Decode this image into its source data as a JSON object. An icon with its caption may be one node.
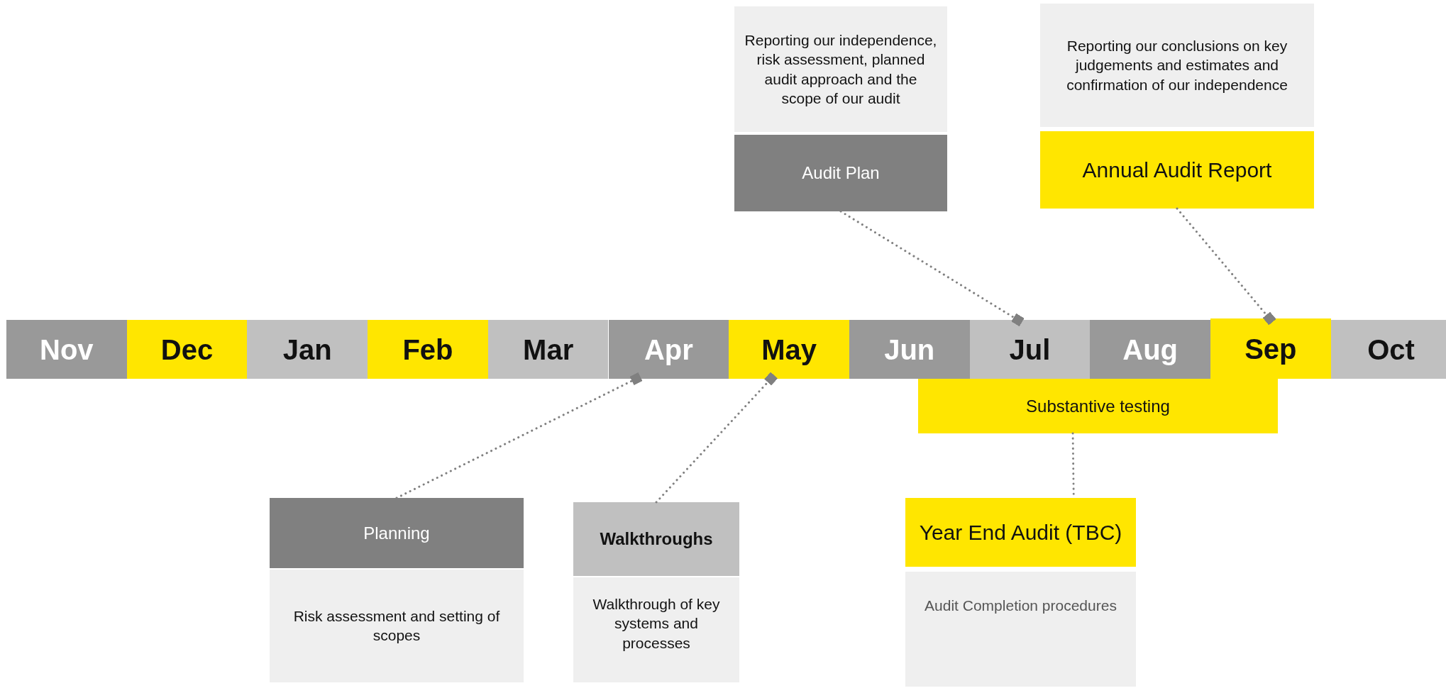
{
  "diagram": {
    "nodes": [
      {
        "text": [
          "Reporting our independence, risk assessment, planned audit approach and the scope of our audit"
        ]
      },
      {
        "text": [
          "Audit Plan"
        ]
      },
      {
        "text": [
          "Reporting our conclusions on key judgements and estimates and confirmation of our independence"
        ]
      },
      {
        "text": [
          "Annual Audit Report"
        ]
      },
      {
        "text": [
          "Nov"
        ]
      },
      {
        "text": [
          "Dec"
        ]
      },
      {
        "text": [
          "Jan"
        ]
      },
      {
        "text": [
          "Feb"
        ]
      },
      {
        "text": [
          "Mar"
        ]
      },
      {
        "text": [
          "Apr"
        ]
      },
      {
        "text": [
          "May"
        ]
      },
      {
        "text": [
          "Jun"
        ]
      },
      {
        "text": [
          "Jul"
        ]
      },
      {
        "text": [
          "Aug"
        ]
      },
      {
        "text": [
          "Sep"
        ]
      },
      {
        "text": [
          "Oct"
        ]
      },
      {
        "text": [
          "Substantive testing"
        ]
      },
      {
        "text": [
          "Planning"
        ]
      },
      {
        "text": [
          "Risk assessment and setting of scopes"
        ]
      },
      {
        "text": [
          "Walkthroughs"
        ]
      },
      {
        "text": [
          "Walkthrough of key systems and processes"
        ]
      },
      {
        "text": [
          "Year End Audit (TBC)"
        ]
      },
      {
        "text": [
          "Audit Completion procedures"
        ]
      }
    ],
    "edges": [
      {
        "from": 1,
        "to": 12,
        "arrow": "other"
      },
      {
        "from": 3,
        "to": 14,
        "arrow": "other"
      },
      {
        "from": 17,
        "to": 9,
        "arrow": "other"
      },
      {
        "from": 19,
        "to": 10,
        "arrow": "other"
      },
      {
        "from": 16,
        "to": 21,
        "arrow": "none"
      }
    ]
  }
}
